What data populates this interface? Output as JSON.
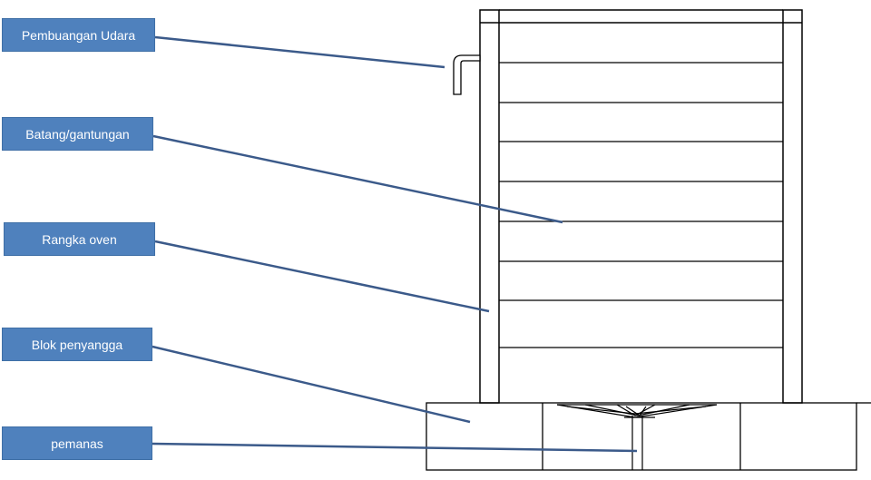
{
  "labels": {
    "exhaust": "Pembuangan Udara",
    "rod": "Batang/gantungan",
    "frame": "Rangka oven",
    "support_block": "Blok penyangga",
    "heater": "pemanas"
  },
  "colors": {
    "label_fill": "#4f81bd",
    "label_text": "#ffffff",
    "leader_line": "#3b5a8a",
    "drawing_line": "#000000"
  }
}
